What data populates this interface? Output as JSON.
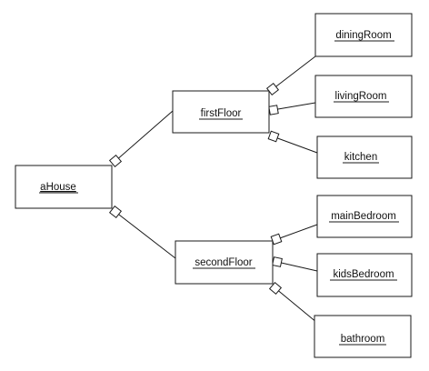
{
  "diagram": {
    "nodes": {
      "aHouse": "aHouse",
      "firstFloor": "firstFloor",
      "secondFloor": "secondFloor",
      "diningRoom": "diningRoom",
      "livingRoom": "livingRoom",
      "kitchen": "kitchen",
      "mainBedroom": "mainBedroom",
      "kidsBedroom": "kidsBedroom",
      "bathroom": "bathroom"
    },
    "edges": [
      {
        "from": "aHouse",
        "to": "firstFloor",
        "kind": "aggregation"
      },
      {
        "from": "aHouse",
        "to": "secondFloor",
        "kind": "aggregation"
      },
      {
        "from": "firstFloor",
        "to": "diningRoom",
        "kind": "aggregation"
      },
      {
        "from": "firstFloor",
        "to": "livingRoom",
        "kind": "aggregation"
      },
      {
        "from": "firstFloor",
        "to": "kitchen",
        "kind": "aggregation"
      },
      {
        "from": "secondFloor",
        "to": "mainBedroom",
        "kind": "aggregation"
      },
      {
        "from": "secondFloor",
        "to": "kidsBedroom",
        "kind": "aggregation"
      },
      {
        "from": "secondFloor",
        "to": "bathroom",
        "kind": "aggregation"
      }
    ]
  }
}
